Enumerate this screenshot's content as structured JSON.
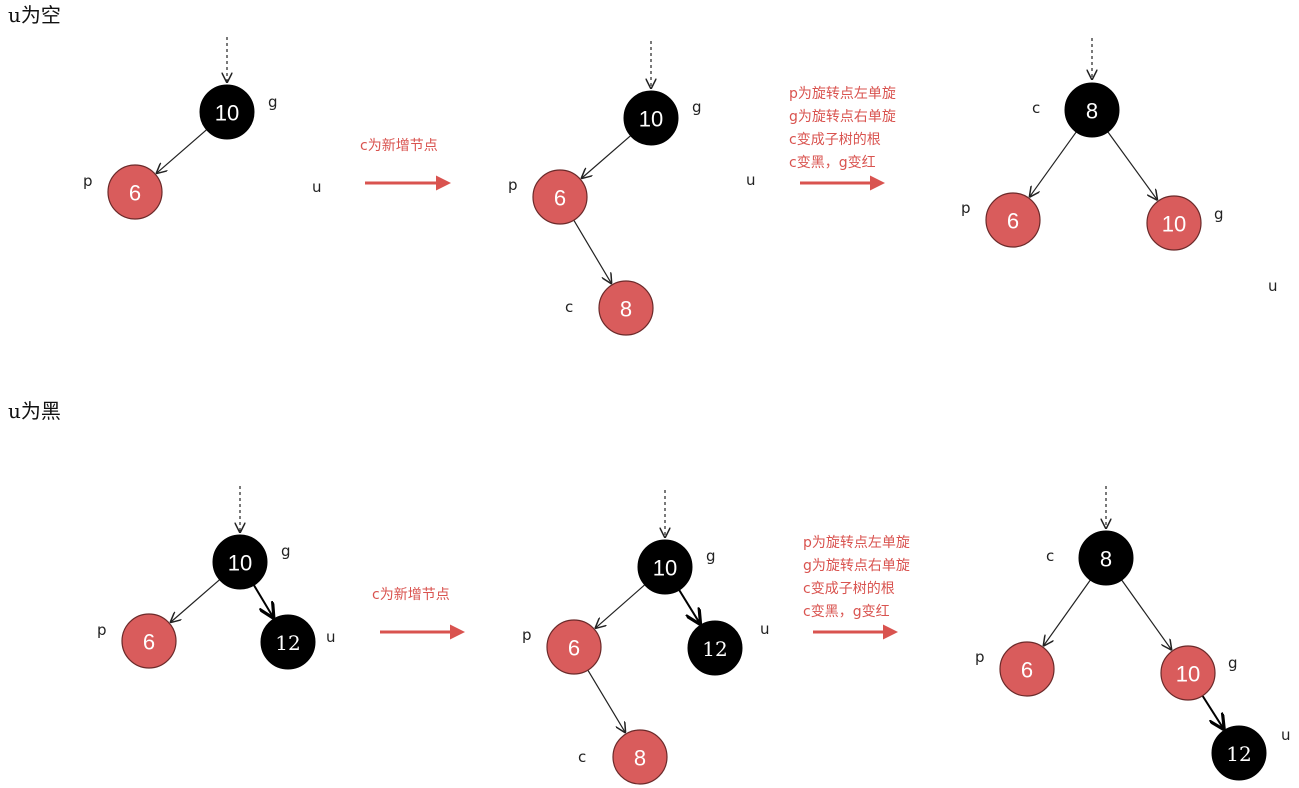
{
  "colors": {
    "red": "#d95c5c",
    "black": "#000000",
    "accent": "#d9534f"
  },
  "sections": [
    {
      "title": "u为空",
      "steps": [
        {
          "lines": [
            "c为新增节点"
          ]
        },
        {
          "lines": [
            "p为旋转点左单旋",
            "g为旋转点右单旋",
            "c变成子树的根",
            "c变黑，g变红"
          ]
        }
      ],
      "stages": [
        {
          "nodes": [
            {
              "id": "g",
              "value": "10",
              "color": "black",
              "label": "g"
            },
            {
              "id": "p",
              "value": "6",
              "color": "red",
              "label": "p"
            },
            {
              "id": "u",
              "value": "",
              "color": "none",
              "label": "u"
            }
          ]
        },
        {
          "nodes": [
            {
              "id": "g",
              "value": "10",
              "color": "black",
              "label": "g"
            },
            {
              "id": "p",
              "value": "6",
              "color": "red",
              "label": "p"
            },
            {
              "id": "c",
              "value": "8",
              "color": "red",
              "label": "c"
            },
            {
              "id": "u",
              "value": "",
              "color": "none",
              "label": "u"
            }
          ]
        },
        {
          "nodes": [
            {
              "id": "c",
              "value": "8",
              "color": "black",
              "label": "c"
            },
            {
              "id": "p",
              "value": "6",
              "color": "red",
              "label": "p"
            },
            {
              "id": "g",
              "value": "10",
              "color": "red",
              "label": "g"
            },
            {
              "id": "u",
              "value": "",
              "color": "none",
              "label": "u"
            }
          ]
        }
      ]
    },
    {
      "title": "u为黑",
      "steps": [
        {
          "lines": [
            "c为新增节点"
          ]
        },
        {
          "lines": [
            "p为旋转点左单旋",
            "g为旋转点右单旋",
            "c变成子树的根",
            "c变黑，g变红"
          ]
        }
      ],
      "stages": [
        {
          "nodes": [
            {
              "id": "g",
              "value": "10",
              "color": "black",
              "label": "g"
            },
            {
              "id": "p",
              "value": "6",
              "color": "red",
              "label": "p"
            },
            {
              "id": "u",
              "value": "12",
              "color": "black",
              "label": "u"
            }
          ]
        },
        {
          "nodes": [
            {
              "id": "g",
              "value": "10",
              "color": "black",
              "label": "g"
            },
            {
              "id": "p",
              "value": "6",
              "color": "red",
              "label": "p"
            },
            {
              "id": "c",
              "value": "8",
              "color": "red",
              "label": "c"
            },
            {
              "id": "u",
              "value": "12",
              "color": "black",
              "label": "u"
            }
          ]
        },
        {
          "nodes": [
            {
              "id": "c",
              "value": "8",
              "color": "black",
              "label": "c"
            },
            {
              "id": "p",
              "value": "6",
              "color": "red",
              "label": "p"
            },
            {
              "id": "g",
              "value": "10",
              "color": "red",
              "label": "g"
            },
            {
              "id": "u",
              "value": "12",
              "color": "black",
              "label": "u"
            }
          ]
        }
      ]
    }
  ]
}
